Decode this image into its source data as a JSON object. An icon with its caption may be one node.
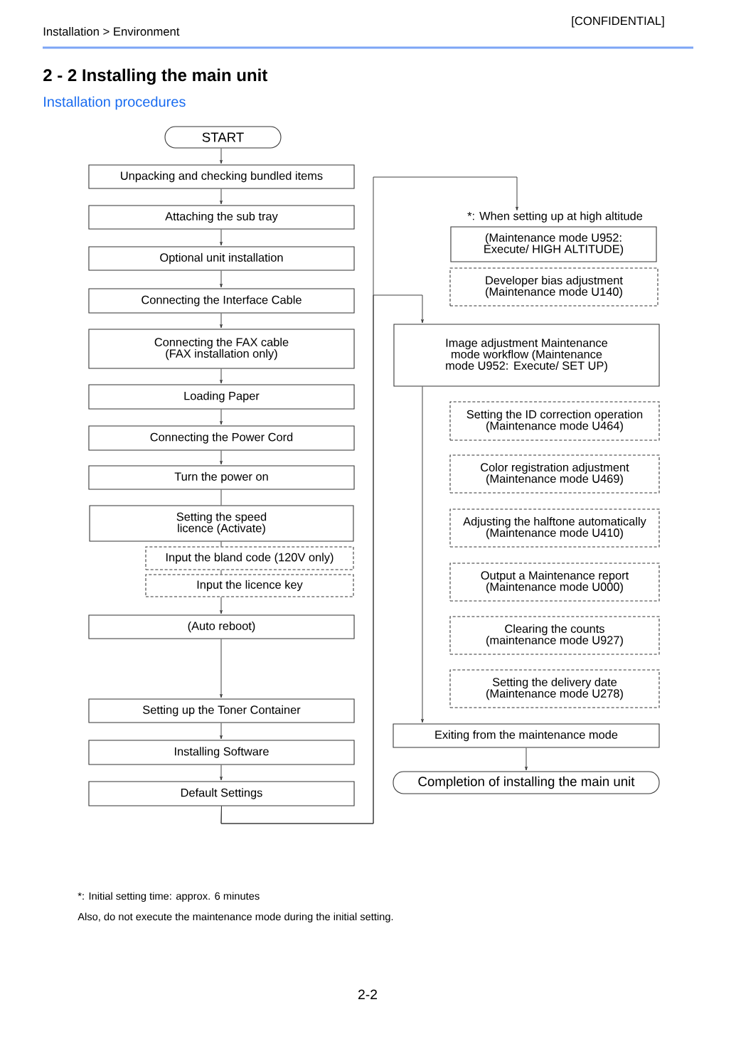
{
  "diagram": {
    "title": "2 - 2 Installing the main unit",
    "nodes": [
      {
        "text": [
          "START"
        ]
      },
      {
        "text": [
          "Unpacking and checking bundled items"
        ]
      },
      {
        "text": [
          "Attaching the sub tray"
        ]
      },
      {
        "text": [
          "Optional unit installation"
        ]
      },
      {
        "text": [
          "Connecting the Interface Cable"
        ]
      },
      {
        "text": [
          "Connecting the FAX cable (FAX installation only)"
        ]
      },
      {
        "text": [
          "Loading Paper"
        ]
      },
      {
        "text": [
          "Connecting the Power Cord"
        ]
      },
      {
        "text": [
          "Turn the power on"
        ]
      },
      {
        "text": [
          "Setting the speed licence (Activate)"
        ]
      },
      {
        "text": [
          "Input the bland code (120V only)"
        ]
      },
      {
        "text": [
          "Input the licence key"
        ]
      },
      {
        "text": [
          "(Auto reboot)"
        ]
      },
      {
        "text": [
          "Setting up the Toner Container"
        ]
      },
      {
        "text": [
          "Installing Software"
        ]
      },
      {
        "text": [
          "Default Settings"
        ]
      },
      {
        "text": [
          "*: When setting up at high altitude",
          "(Maintenance mode U952: Execute/ HIGH ALTITUDE)"
        ]
      },
      {
        "text": [
          "Developer bias adjustment (Maintenance mode U140)"
        ]
      },
      {
        "text": [
          "Image adjustment Maintenance mode workflow (Maintenance mode U952: Execute/ SET UP)"
        ]
      },
      {
        "text": [
          "Setting the ID correction operation (Maintenance mode U464)"
        ]
      },
      {
        "text": [
          "Color registration adjustment (Maintenance mode U469)"
        ]
      },
      {
        "text": [
          "Adjusting the halftone automatically (Maintenance mode U410)"
        ]
      },
      {
        "text": [
          "Output a Maintenance report (Maintenance mode U000)"
        ]
      },
      {
        "text": [
          "Clearing the counts (maintenance mode U927)"
        ]
      },
      {
        "text": [
          "Setting the delivery date (Maintenance mode U278)"
        ]
      },
      {
        "text": [
          "Exiting from the maintenance mode"
        ]
      },
      {
        "text": [
          "Completion of installing the main unit"
        ]
      }
    ],
    "edges": [
      {
        "from": 0,
        "to": 1,
        "arrow": "to"
      },
      {
        "from": 1,
        "to": 2,
        "arrow": "to"
      },
      {
        "from": 2,
        "to": 3,
        "arrow": "to"
      },
      {
        "from": 3,
        "to": 4,
        "arrow": "to"
      },
      {
        "from": 4,
        "to": 5,
        "arrow": "to"
      },
      {
        "from": 5,
        "to": 6,
        "arrow": "to"
      },
      {
        "from": 6,
        "to": 7,
        "arrow": "to"
      },
      {
        "from": 7,
        "to": 8,
        "arrow": "to"
      },
      {
        "from": 8,
        "to": 9,
        "arrow": "none"
      },
      {
        "from": 9,
        "to": 10,
        "arrow": "none"
      },
      {
        "from": 10,
        "to": 11,
        "arrow": "none"
      },
      {
        "from": 11,
        "to": 12,
        "arrow": "to"
      },
      {
        "from": 12,
        "to": 13,
        "arrow": "to"
      },
      {
        "from": 13,
        "to": 14,
        "arrow": "to"
      },
      {
        "from": 14,
        "to": 15,
        "arrow": "to"
      },
      {
        "from": 15,
        "to": 16,
        "arrow": "to"
      },
      {
        "from": 15,
        "to": 18,
        "arrow": "to"
      },
      {
        "from": 18,
        "to": 25,
        "arrow": "to"
      },
      {
        "from": 25,
        "to": 26,
        "arrow": "to"
      }
    ],
    "labels": [
      "Installation > Environment",
      "[CONFIDENTIAL]",
      "Installation procedures",
      "*: Initial setting time: approx. 6 minutes",
      "Also, do not execute the maintenance mode during the initial setting.",
      "2-2"
    ]
  }
}
